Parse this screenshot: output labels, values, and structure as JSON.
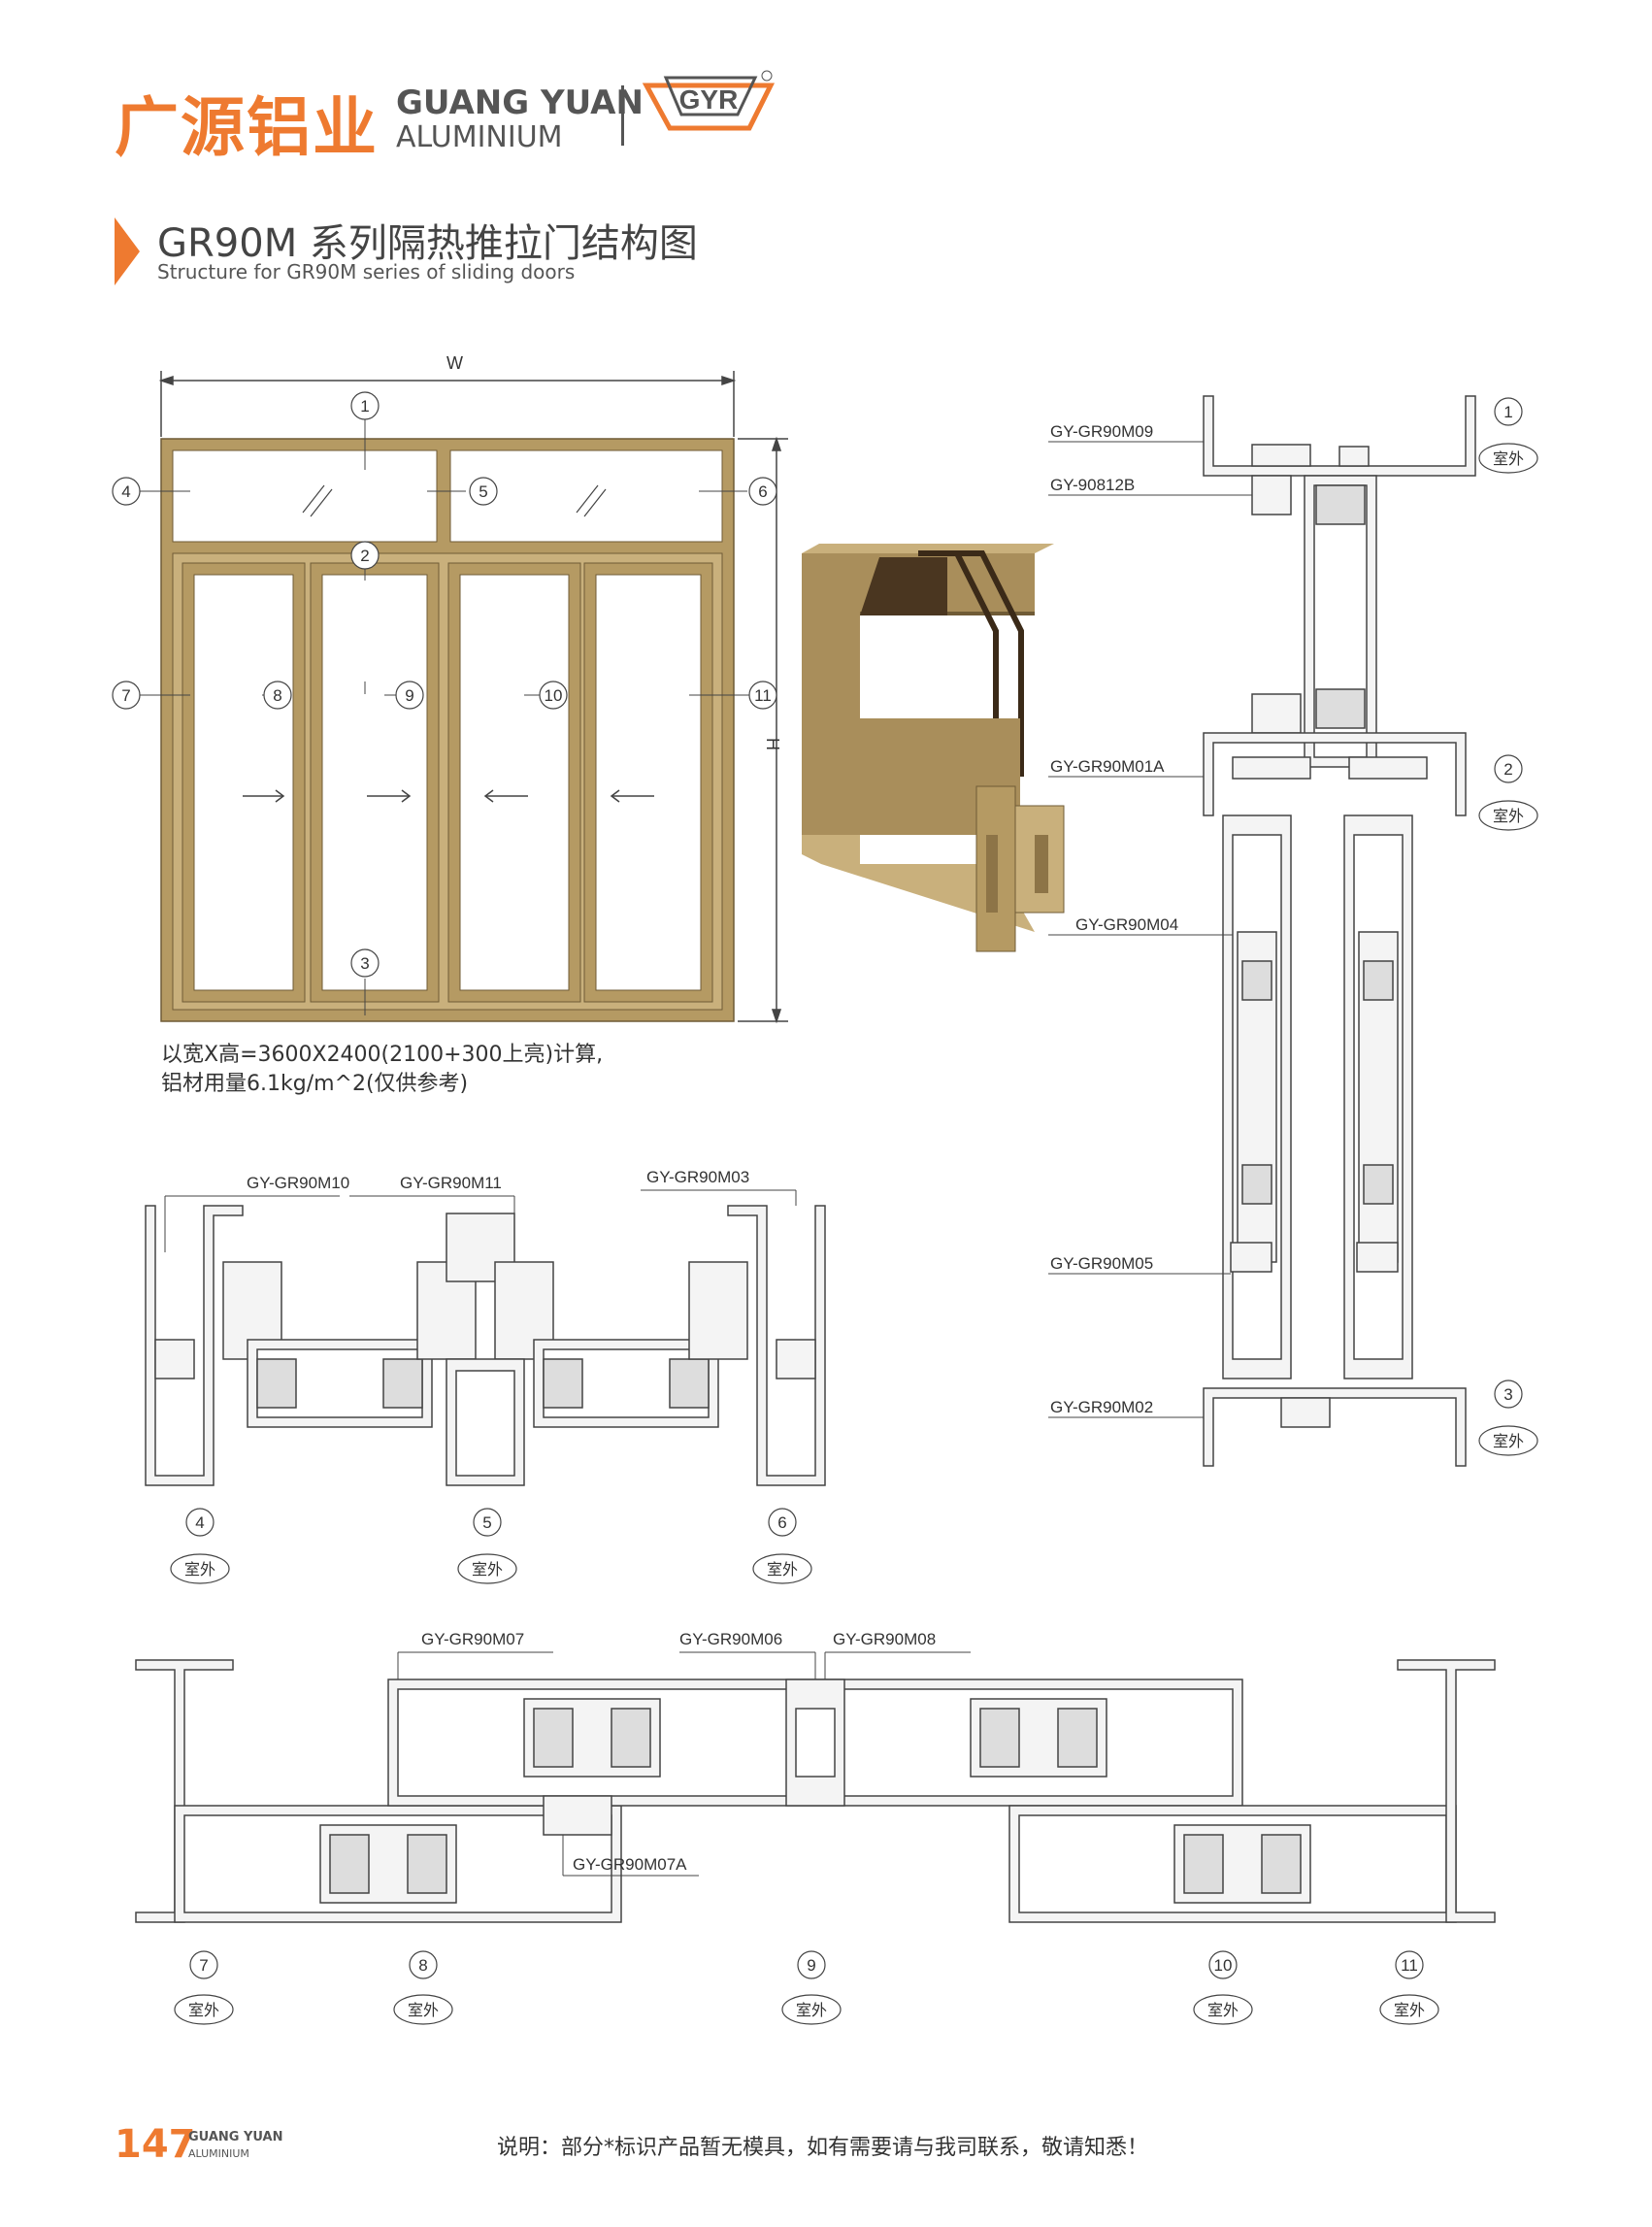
{
  "header": {
    "brand_cn": "广源铝业",
    "brand_en_1": "GUANG YUAN",
    "brand_en_2": "ALUMINIUM",
    "logo_text": "GYR"
  },
  "title": {
    "main": "GR90M 系列隔热推拉门结构图",
    "sub": "Structure for GR90M series of sliding doors"
  },
  "elevation": {
    "width_label": "W",
    "height_label": "H",
    "callouts": [
      "1",
      "2",
      "3",
      "4",
      "5",
      "6",
      "7",
      "8",
      "9",
      "10",
      "11"
    ],
    "note_line1": "以宽X高=3600X2400(2100+300上亮)计算,",
    "note_line2": "铝材用量6.1kg/m^2(仅供参考)"
  },
  "vertical_section": {
    "parts": [
      "GY-GR90M09",
      "GY-90812B",
      "GY-GR90M01A",
      "GY-GR90M04",
      "GY-GR90M05",
      "GY-GR90M02"
    ],
    "callouts": [
      "1",
      "2",
      "3"
    ],
    "outdoor_label": "室外"
  },
  "transom_section": {
    "parts": [
      "GY-GR90M10",
      "GY-GR90M11",
      "GY-GR90M03"
    ],
    "callouts": [
      "4",
      "5",
      "6"
    ],
    "outdoor_label": "室外"
  },
  "horizontal_section": {
    "parts": [
      "GY-GR90M07",
      "GY-GR90M06",
      "GY-GR90M08",
      "GY-GR90M07A"
    ],
    "callouts": [
      "7",
      "8",
      "9",
      "10",
      "11"
    ],
    "outdoor_label": "室外"
  },
  "footer": {
    "page_number": "147",
    "brand_1": "GUANG YUAN",
    "brand_2": "ALUMINIUM",
    "note": "说明：部分*标识产品暂无模具，如有需要请与我司联系，敬请知悉！"
  },
  "colors": {
    "brand_orange": "#ee7a30",
    "frame_gold": "#b59a63",
    "frame_gold_dark": "#8d7447",
    "profile_fill": "#f4f4f4",
    "line": "#444444"
  }
}
